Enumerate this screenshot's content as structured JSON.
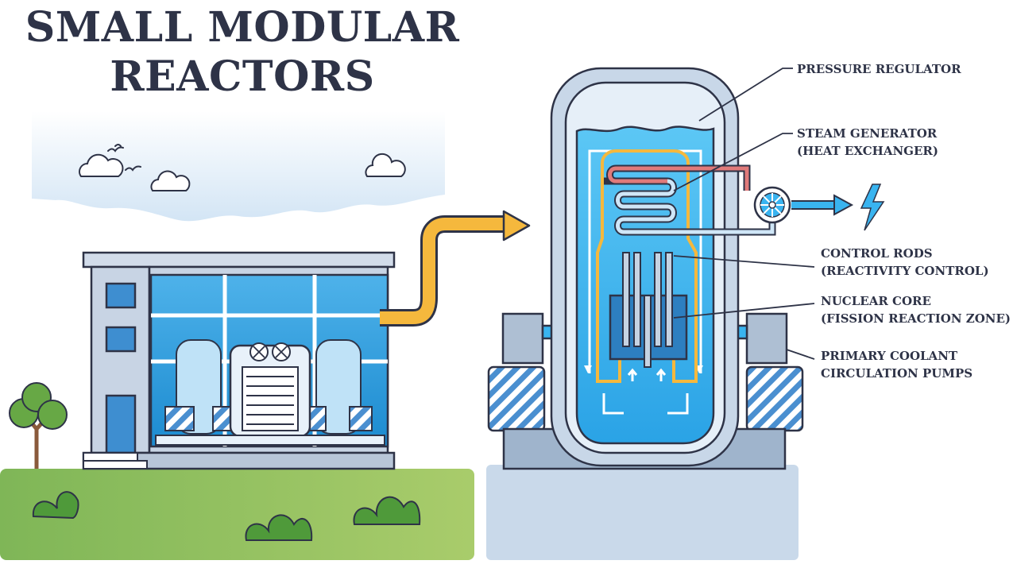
{
  "title": {
    "line1": "SMALL MODULAR",
    "line2": "REACTORS"
  },
  "labels": {
    "pressure_regulator": "PRESSURE REGULATOR",
    "steam_generator_1": "STEAM GENERATOR",
    "steam_generator_2": "(HEAT EXCHANGER)",
    "control_rods_1": "CONTROL RODS",
    "control_rods_2": "(REACTIVITY CONTROL)",
    "nuclear_core_1": "NUCLEAR CORE",
    "nuclear_core_2": "(FISSION REACTION ZONE)",
    "pumps_1": "PRIMARY COOLANT",
    "pumps_2": "CIRCULATION PUMPS"
  },
  "colors": {
    "outline": "#2e3347",
    "water": "#39b4f0",
    "hot_pipe": "#e07a7a",
    "arrow": "#f5b83d",
    "grass": "#8cbd5c",
    "steel": "#9fb4cc"
  },
  "icons": [
    "cloud-icon",
    "bird-icon",
    "turbine-icon",
    "lightning-bolt-icon",
    "tree-icon",
    "plant-icon"
  ]
}
